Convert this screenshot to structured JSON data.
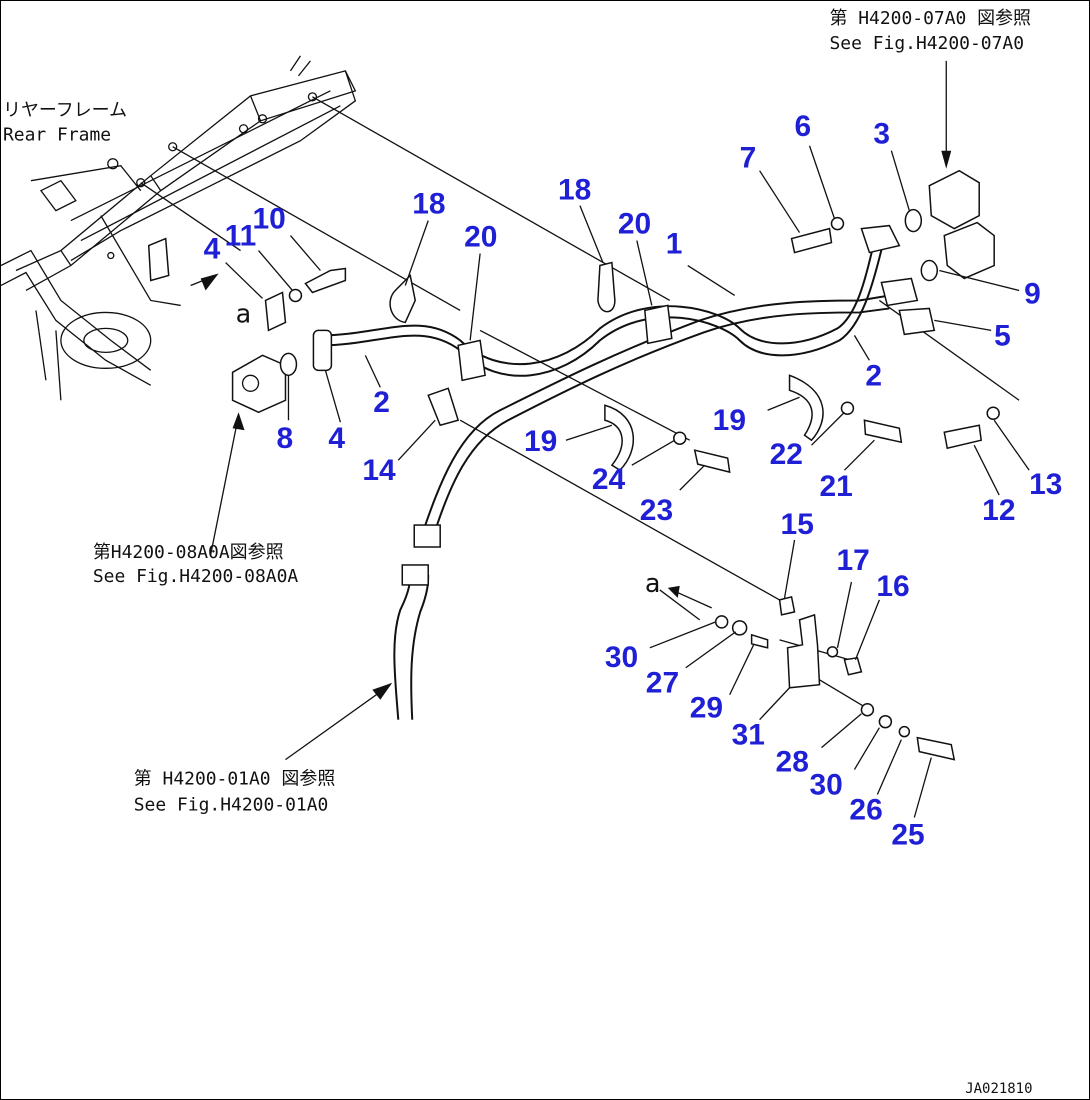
{
  "references": {
    "top_right_jp": "第 H4200-07A0 図参照",
    "top_right_en": "See Fig.H4200-07A0",
    "mid_left_jp": "第H4200-08A0A図参照",
    "mid_left_en": "See Fig.H4200-08A0A",
    "bottom_jp": "第 H4200-01A0 図参照",
    "bottom_en": "See Fig.H4200-01A0",
    "frame_jp": "リヤーフレーム",
    "frame_en": "Rear Frame"
  },
  "markers": {
    "a_left": "a",
    "a_right": "a"
  },
  "drawing_code": "JA021810",
  "callouts": [
    {
      "label": "1"
    },
    {
      "label": "2"
    },
    {
      "label": "2"
    },
    {
      "label": "3"
    },
    {
      "label": "4"
    },
    {
      "label": "4"
    },
    {
      "label": "5"
    },
    {
      "label": "6"
    },
    {
      "label": "7"
    },
    {
      "label": "8"
    },
    {
      "label": "9"
    },
    {
      "label": "10"
    },
    {
      "label": "11"
    },
    {
      "label": "12"
    },
    {
      "label": "13"
    },
    {
      "label": "14"
    },
    {
      "label": "15"
    },
    {
      "label": "16"
    },
    {
      "label": "17"
    },
    {
      "label": "18"
    },
    {
      "label": "18"
    },
    {
      "label": "19"
    },
    {
      "label": "19"
    },
    {
      "label": "20"
    },
    {
      "label": "20"
    },
    {
      "label": "21"
    },
    {
      "label": "22"
    },
    {
      "label": "23"
    },
    {
      "label": "24"
    },
    {
      "label": "25"
    },
    {
      "label": "26"
    },
    {
      "label": "27"
    },
    {
      "label": "28"
    },
    {
      "label": "29"
    },
    {
      "label": "30"
    },
    {
      "label": "30"
    },
    {
      "label": "31"
    }
  ],
  "colors": {
    "callout": "#1f1fd6",
    "line": "#111111",
    "background": "#ffffff"
  }
}
